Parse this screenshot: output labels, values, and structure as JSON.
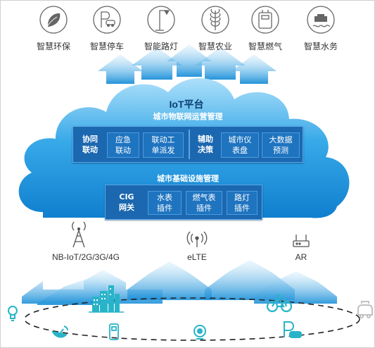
{
  "applications": [
    {
      "label": "智慧环保",
      "icon": "leaf-icon"
    },
    {
      "label": "智慧停车",
      "icon": "parking-icon"
    },
    {
      "label": "智能路灯",
      "icon": "street-lamp-icon"
    },
    {
      "label": "智慧农业",
      "icon": "wheat-icon"
    },
    {
      "label": "智慧燃气",
      "icon": "gas-meter-icon"
    },
    {
      "label": "智慧水务",
      "icon": "water-icon"
    }
  ],
  "cloud": {
    "title": "IoT平台",
    "ops_title": "城市物联网运营管理",
    "infra_title": "城市基础设施管理",
    "left_group": {
      "head": "协同\n联动",
      "items": [
        "应急\n联动",
        "联动工\n单派发"
      ]
    },
    "right_group": {
      "head": "辅助\n决策",
      "items": [
        "城市仪\n表盘",
        "大数据\n预测"
      ]
    },
    "gateway": {
      "head": "CIG\n网关",
      "items": [
        "水表\n插件",
        "燃气表\n插件",
        "路灯\n插件"
      ]
    }
  },
  "networks": [
    {
      "label": "NB-IoT/2G/3G/4G",
      "icon": "cell-tower-icon"
    },
    {
      "label": "eLTE",
      "icon": "antenna-icon"
    },
    {
      "label": "AR",
      "icon": "router-icon"
    }
  ],
  "devices": [
    "light-bulb-icon",
    "buildings-icon",
    "satellite-dish-icon",
    "meter-icon",
    "camera-icon",
    "bicycle-icon",
    "parking-car-icon",
    "taxi-icon"
  ],
  "colors": {
    "cloud_light": "#8fd0f5",
    "cloud_dark": "#1a8fd8",
    "panel": "#1b67b0",
    "arrow": "#1a8fd8",
    "icon_gray": "#555555",
    "icon_teal": "#28b4c8"
  }
}
